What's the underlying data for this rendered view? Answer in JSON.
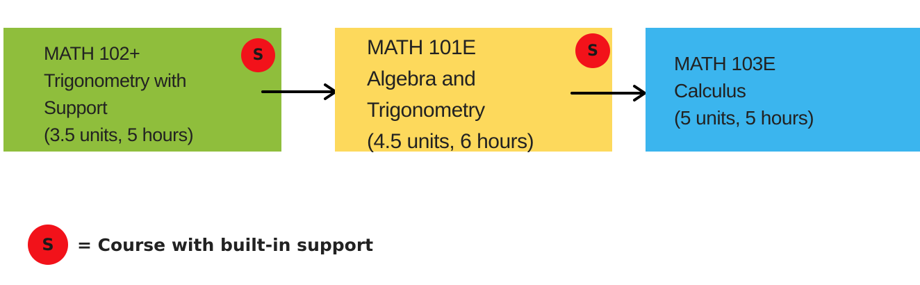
{
  "courses": [
    {
      "lines": [
        "MATH 102+",
        "Trigonometry with",
        "Support",
        "(3.5 units, 5 hours)"
      ],
      "support_badge": "S",
      "color": "#8fbe3c"
    },
    {
      "lines": [
        "MATH 101E",
        "Algebra and",
        "Trigonometry",
        "(4.5 units, 6 hours)"
      ],
      "support_badge": "S",
      "color": "#fdd95c"
    },
    {
      "lines": [
        "MATH 103E",
        "Calculus",
        "(5 units, 5 hours)"
      ],
      "color": "#3bb5ee"
    }
  ],
  "legend": {
    "badge": "S",
    "text": "= Course with built-in support",
    "badge_color": "#f2121a"
  }
}
